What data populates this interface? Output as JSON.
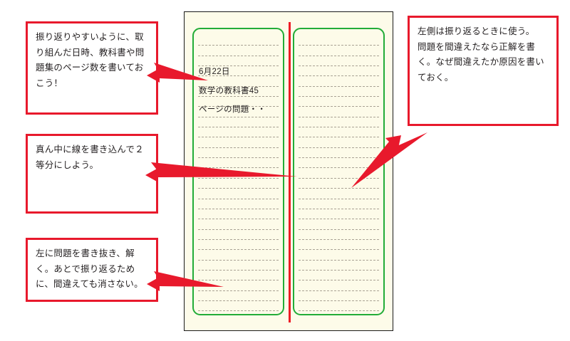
{
  "document": {
    "type": "study-notebook-diagram",
    "title_visible": false
  },
  "callouts": [
    {
      "id": "callout-top-left",
      "text": "振り返りやすいように、取り組んだ日時、教科書や問題集のページ数を書いておこう！",
      "position": "top-left",
      "points_to": "notebook-date-heading"
    },
    {
      "id": "callout-middle-left",
      "text": "真ん中に線を書き込んで２等分にしよう。",
      "position": "middle-left",
      "points_to": "notebook-center-line"
    },
    {
      "id": "callout-bottom-left",
      "text": "左に問題を書き抜き、解く。あとで振り返るために、間違えても消さない。",
      "position": "bottom-left",
      "points_to": "notebook-left-half"
    },
    {
      "id": "callout-right",
      "text": "左側は振り返るときに使う。\n問題を間違えたなら正解を書く。なぜ間違えたか原因を書いておく。",
      "position": "right",
      "points_to": "notebook-right-half"
    }
  ],
  "notebook": {
    "note_text": "6月22日\n数学の教科書45\nページの問題・・",
    "left_half_label": "left-page-half",
    "right_half_label": "right-page-half",
    "ruled_line_count": 29,
    "center_line_label": "center-divider-line"
  },
  "colors": {
    "callout_border": "#e8192c",
    "arrow": "#e8192c",
    "page_border": "#1a1a1a",
    "page_background": "#fdfbe9",
    "half_border_green": "#22ac38",
    "center_line_red": "#ee1c25",
    "rule_line": "#a9a294",
    "text": "#231f20",
    "background": "#ffffff"
  }
}
